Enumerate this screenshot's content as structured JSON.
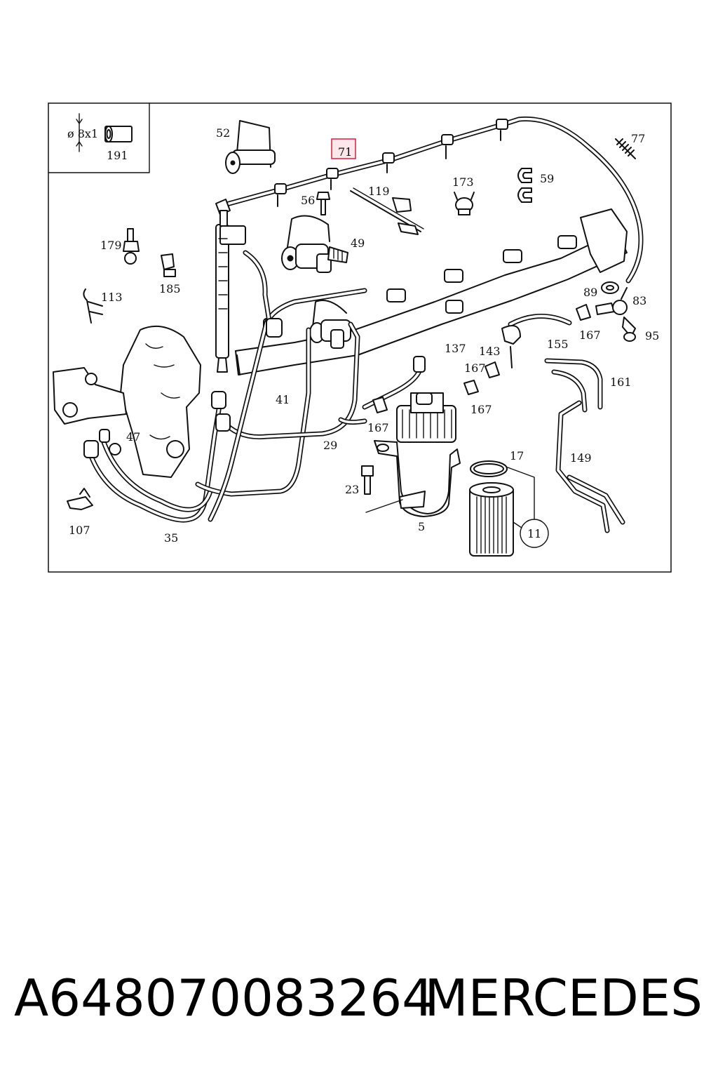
{
  "inset": {
    "dimension": "ø 8x1",
    "part": "191"
  },
  "highlighted_part": "71",
  "callouts": {
    "c52": "52",
    "c71": "71",
    "c77": "77",
    "c59": "59",
    "c173": "173",
    "c119": "119",
    "c56": "56",
    "c49": "49",
    "c179": "179",
    "c185": "185",
    "c113": "113",
    "c89": "89",
    "c83": "83",
    "c95": "95",
    "c167a": "167",
    "c137": "137",
    "c143": "143",
    "c155": "155",
    "c167b": "167",
    "c161": "161",
    "c167c": "167",
    "c167d": "167",
    "c41": "41",
    "c47": "47",
    "c29": "29",
    "c17": "17",
    "c149": "149",
    "c23": "23",
    "c107": "107",
    "c35": "35",
    "c5": "5",
    "c11": "11"
  },
  "footer": {
    "part_number": "A648070083264",
    "brand": "MERCEDES"
  }
}
